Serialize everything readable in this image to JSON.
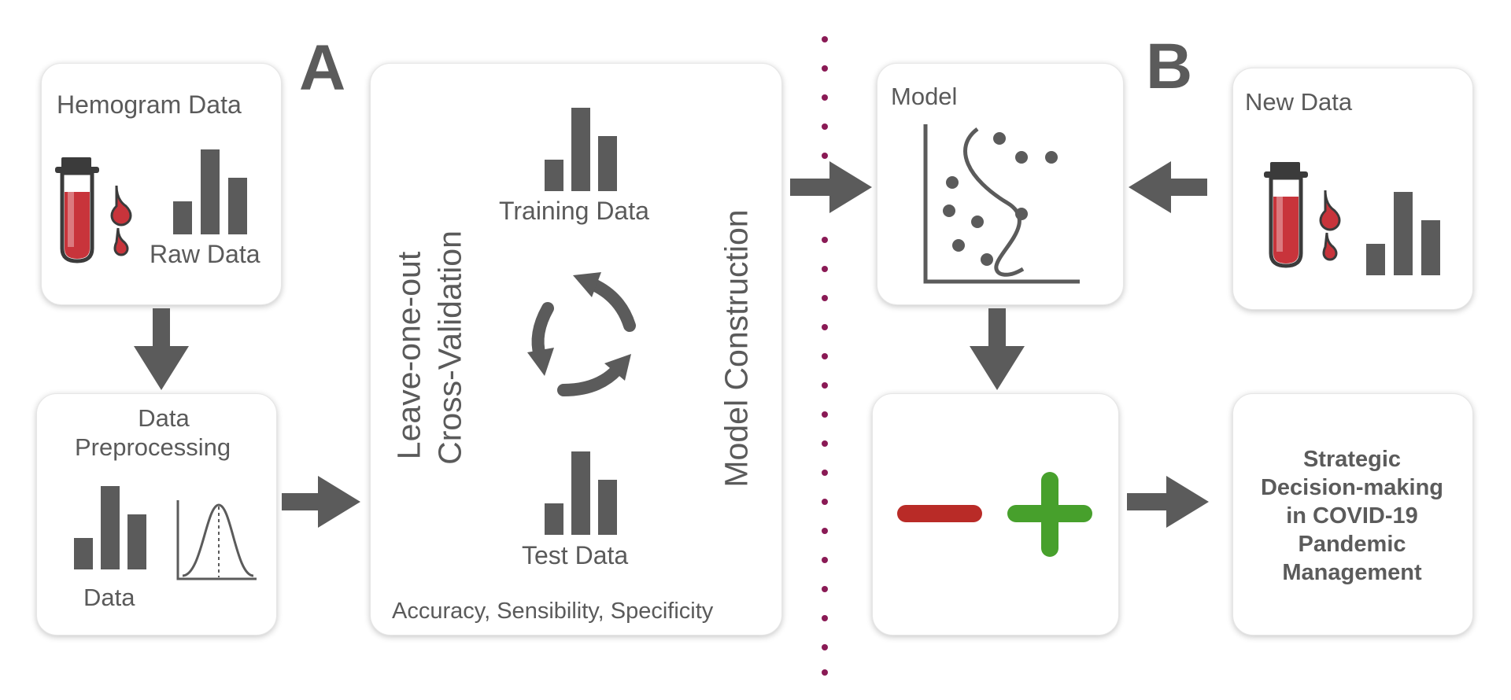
{
  "panel_a": {
    "letter": "A",
    "hemogram": {
      "title": "Hemogram Data",
      "raw_label": "Raw Data"
    },
    "preprocessing": {
      "title_line1": "Data",
      "title_line2": "Preprocessing",
      "data_label": "Data"
    },
    "validation": {
      "loo_line1": "Leave-one-out",
      "loo_line2": "Cross-Validation",
      "training_label": "Training Data",
      "test_label": "Test Data",
      "construction_label": "Model Construction",
      "metrics_label": "Accuracy, Sensibility, Specificity"
    }
  },
  "panel_b": {
    "letter": "B",
    "model_title": "Model",
    "new_data_title": "New Data",
    "decision_line1": "Strategic",
    "decision_line2": "Decision-making",
    "decision_line3": "in COVID-19",
    "decision_line4": "Pandemic",
    "decision_line5": "Management"
  },
  "colors": {
    "gray": "#5b5b5b",
    "blood_red": "#c8343b",
    "minus_red": "#b92b27",
    "plus_green": "#47a02c",
    "divider": "#8a1a55"
  }
}
